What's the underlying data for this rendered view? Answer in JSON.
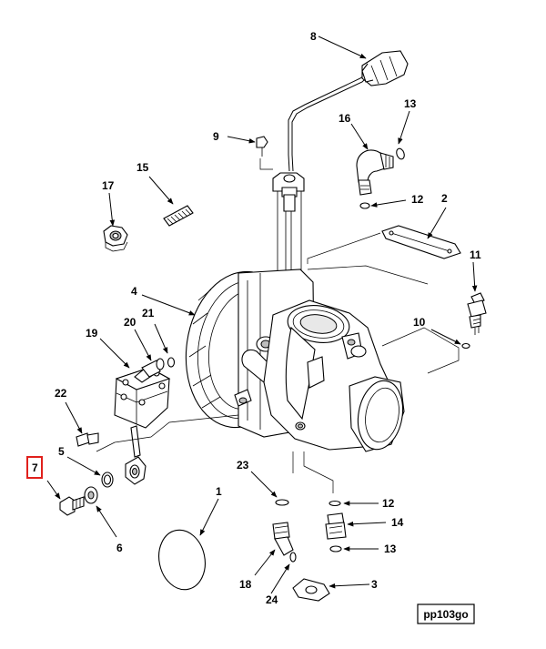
{
  "callouts": {
    "c1": "1",
    "c2": "2",
    "c3": "3",
    "c4": "4",
    "c5": "5",
    "c6": "6",
    "c7": "7",
    "c8": "8",
    "c9": "9",
    "c10": "10",
    "c11": "11",
    "c12a": "12",
    "c12b": "12",
    "c13a": "13",
    "c13b": "13",
    "c14": "14",
    "c15": "15",
    "c16": "16",
    "c17": "17",
    "c18": "18",
    "c19": "19",
    "c20": "20",
    "c21": "21",
    "c22": "22",
    "c23": "23",
    "c24": "24"
  },
  "highlighted_callout": "7",
  "figure_code": "pp103go",
  "colors": {
    "highlight": "#e0201c",
    "line": "#000000"
  }
}
